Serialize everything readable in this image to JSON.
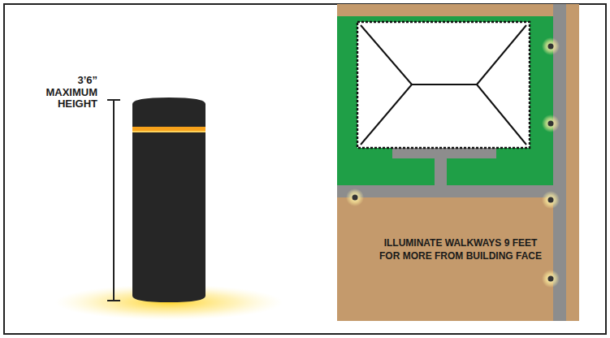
{
  "diagram": {
    "labels": [
      "3’6”",
      "MAXIMUM HEIGHT",
      "ILLUMINATE WALKWAYS 9 FEET FOR MORE FROM BUILDING FACE"
    ]
  }
}
